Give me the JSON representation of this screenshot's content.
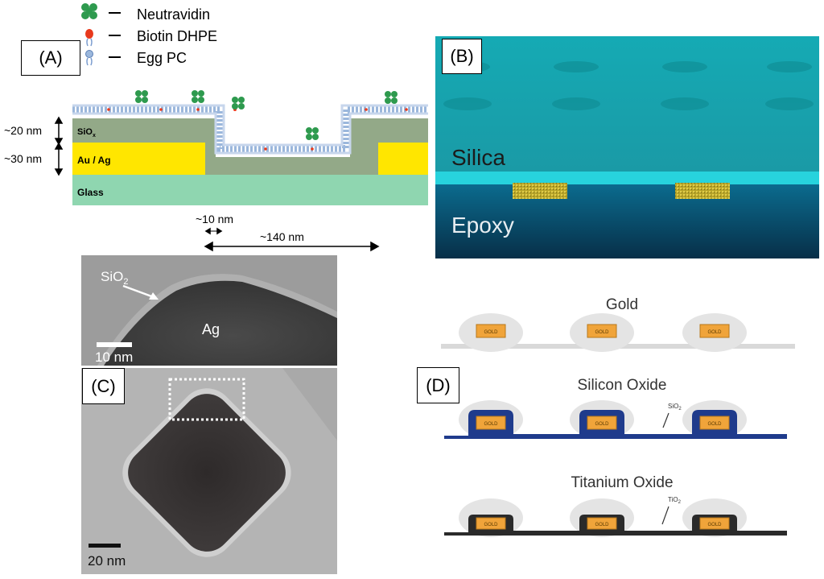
{
  "panel_a": {
    "label": "(A)",
    "legend": [
      {
        "icon": "neutravidin-icon",
        "text": "Neutravidin"
      },
      {
        "icon": "biotin-dhpe-icon",
        "text": "Biotin DHPE"
      },
      {
        "icon": "egg-pc-icon",
        "text": "Egg PC"
      }
    ],
    "layers": {
      "siox": "SiO",
      "siox_sub": "x",
      "metal": "Au / Ag",
      "glass": "Glass"
    },
    "dims": {
      "siox_thickness": "~20 nm",
      "metal_thickness": "~30 nm",
      "gap": "~10 nm",
      "width": "~140 nm"
    },
    "colors": {
      "siox": "#93a988",
      "metal": "#ffe600",
      "glass": "#8fd6b0",
      "neutravidin": "#2e9a4e",
      "biotin": "#e8391c",
      "lipid": "#9bb7dc"
    }
  },
  "panel_b": {
    "label": "(B)",
    "silica": "Silica",
    "epoxy": "Epoxy",
    "colors": {
      "silica": "#1aa0aa",
      "interface": "#2ad6e0",
      "epoxy_top": "#0b6b8e",
      "epoxy_bottom": "#072f48",
      "particle": "#c4b230"
    }
  },
  "panel_c": {
    "label": "(C)",
    "top_image": {
      "oxide": "SiO",
      "oxide_sub": "2",
      "metal": "Ag",
      "scale": "10 nm"
    },
    "bottom_image": {
      "scale": "20 nm"
    }
  },
  "panel_d": {
    "label": "(D)",
    "rows": [
      {
        "title": "Gold",
        "substrate_color": "#d9d9d9",
        "coat_color": "",
        "annotation": "",
        "chips": [
          "GOLD",
          "GOLD",
          "GOLD"
        ]
      },
      {
        "title": "Silicon Oxide",
        "substrate_color": "#1f3b8c",
        "coat_color": "#1f3b8c",
        "annotation": "SiO",
        "annotation_sub": "2",
        "chips": [
          "GOLD",
          "GOLD",
          "GOLD"
        ]
      },
      {
        "title": "Titanium Oxide",
        "substrate_color": "#2a2a2a",
        "coat_color": "#2a2a2a",
        "annotation": "TiO",
        "annotation_sub": "2",
        "chips": [
          "GOLD",
          "GOLD",
          "GOLD"
        ]
      }
    ]
  }
}
